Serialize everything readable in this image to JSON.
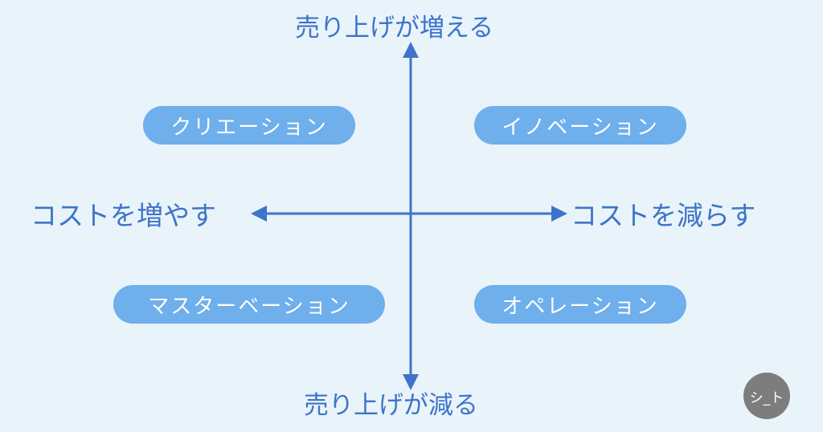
{
  "axes": {
    "top_label": "売り上げが増える",
    "bottom_label": "売り上げが減る",
    "left_label": "コストを増やす",
    "right_label": "コストを減らす"
  },
  "quadrants": {
    "top_left": "クリエーション",
    "top_right": "イノベーション",
    "bottom_left": "マスターベーション",
    "bottom_right": "オペレーション"
  },
  "logo": {
    "text": "シ_ト"
  },
  "colors": {
    "background": "#e9f3fa",
    "axis": "#3d74c9",
    "pill_fill": "#6eafec",
    "pill_text": "#ffffff",
    "logo_fill": "#7d7d7d"
  }
}
